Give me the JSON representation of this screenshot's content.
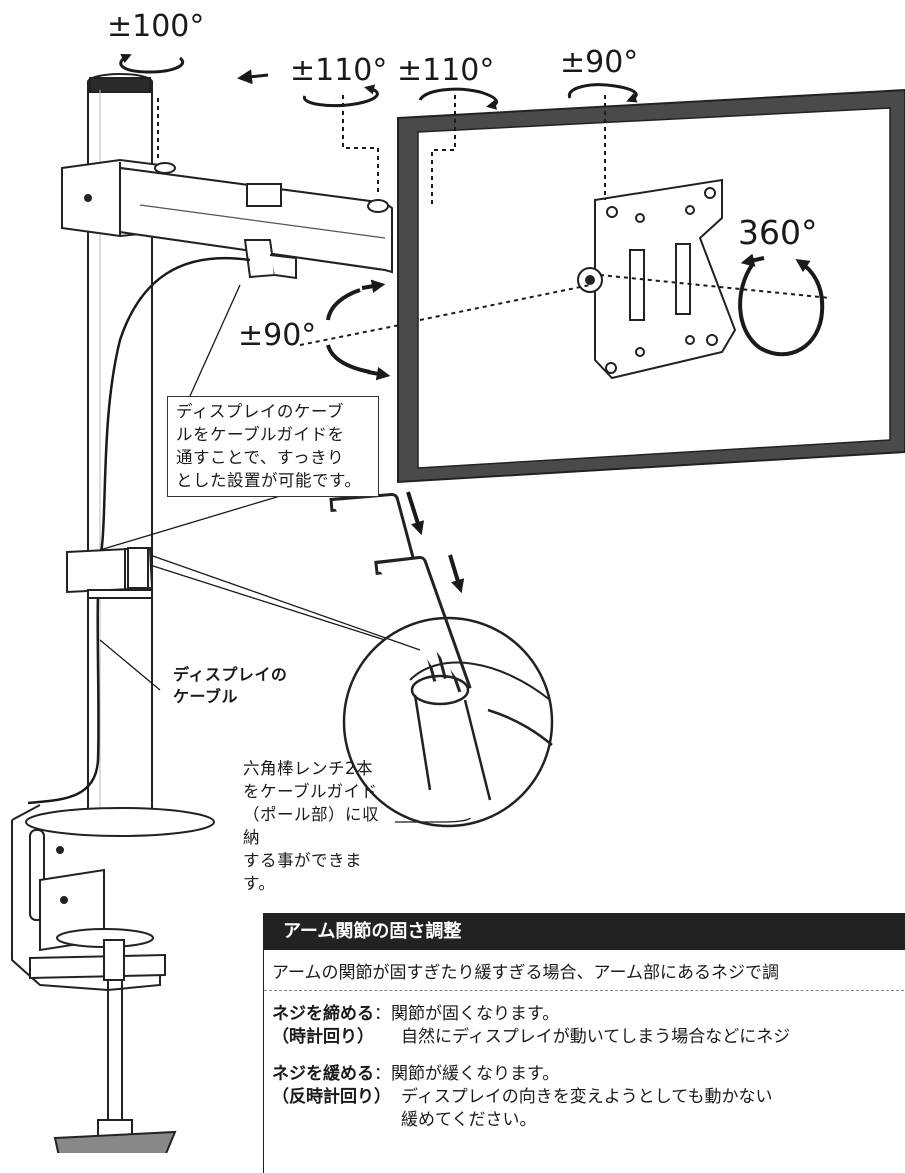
{
  "rotation_labels": {
    "pole_swivel": "±100°",
    "arm_joint_1": "±110°",
    "arm_joint_2": "±110°",
    "head_swivel": "±90°",
    "display_rotation": "360°",
    "tilt": "±90°"
  },
  "callouts": {
    "cable_guide_note": [
      "ディスプレイのケーブ",
      "ルをケーブルガイドを",
      "通すことで、すっきり",
      "とした設置が可能です。"
    ],
    "cable_label": [
      "ディスプレイの",
      "ケーブル"
    ],
    "wrench_storage_note": [
      "六角棒レンチ2本",
      "をケーブルガイド",
      "（ポール部）に収納",
      "する事ができます。"
    ]
  },
  "joint_adjustment": {
    "title": "アーム関節の固さ調整",
    "intro": "アームの関節が固すぎたり緩すぎる場合、アーム部にあるネジで調",
    "tighten": {
      "action": "ネジを締める",
      "separator": "：",
      "direction": "（時計回り）",
      "line1": "関節が固くなります。",
      "line2": "自然にディスプレイが動いてしまう場合などにネジ"
    },
    "loosen": {
      "action": "ネジを緩める",
      "separator": "：",
      "direction": "（反時計回り）",
      "line1": "関節が緩くなります。",
      "line2": "ディスプレイの向きを変えようとしても動かない",
      "line3": "緩めてください。"
    }
  },
  "colors": {
    "ink": "#1a1a1a",
    "panel_header_bg": "#222222",
    "monitor_bezel": "#4a4a4a",
    "paper": "#ffffff"
  }
}
